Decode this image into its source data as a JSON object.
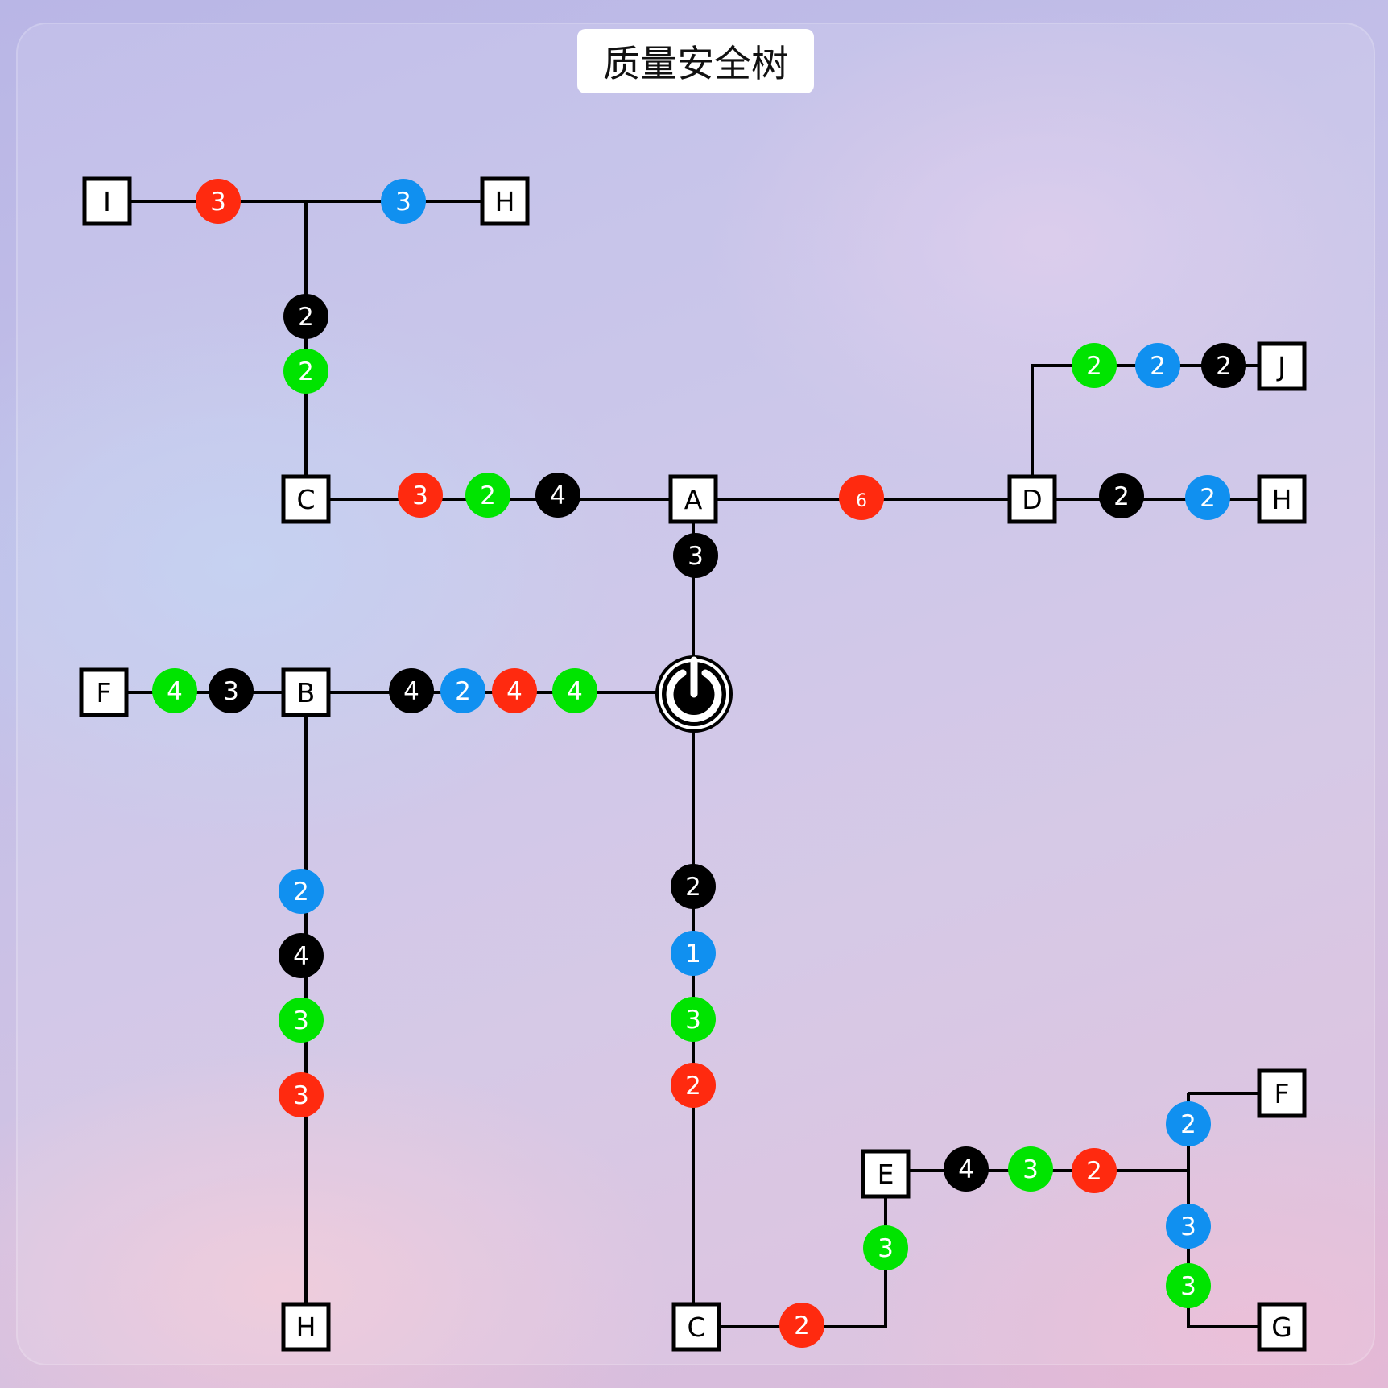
{
  "title": "质量安全树",
  "palette": {
    "black": "#000000",
    "red": "#ff2a0f",
    "green": "#00e400",
    "blue": "#1090f0",
    "line": "#000000",
    "node_fill": "#ffffff"
  },
  "power_icon": "power-button-icon",
  "nodes": [
    {
      "id": "I1",
      "label": "I"
    },
    {
      "id": "H1",
      "label": "H"
    },
    {
      "id": "C1",
      "label": "C"
    },
    {
      "id": "A",
      "label": "A"
    },
    {
      "id": "D",
      "label": "D"
    },
    {
      "id": "J",
      "label": "J"
    },
    {
      "id": "H2",
      "label": "H"
    },
    {
      "id": "F1",
      "label": "F"
    },
    {
      "id": "B",
      "label": "B"
    },
    {
      "id": "H3",
      "label": "H"
    },
    {
      "id": "C2",
      "label": "C"
    },
    {
      "id": "E",
      "label": "E"
    },
    {
      "id": "F2",
      "label": "F"
    },
    {
      "id": "G",
      "label": "G"
    }
  ],
  "beads": [
    {
      "color": "red",
      "value": "3"
    },
    {
      "color": "blue",
      "value": "3"
    },
    {
      "color": "black",
      "value": "2"
    },
    {
      "color": "green",
      "value": "2"
    },
    {
      "color": "red",
      "value": "3"
    },
    {
      "color": "green",
      "value": "2"
    },
    {
      "color": "black",
      "value": "4"
    },
    {
      "color": "red",
      "value": "6"
    },
    {
      "color": "green",
      "value": "2"
    },
    {
      "color": "blue",
      "value": "2"
    },
    {
      "color": "black",
      "value": "2"
    },
    {
      "color": "black",
      "value": "2"
    },
    {
      "color": "blue",
      "value": "2"
    },
    {
      "color": "black",
      "value": "3"
    },
    {
      "color": "green",
      "value": "4"
    },
    {
      "color": "black",
      "value": "3"
    },
    {
      "color": "black",
      "value": "4"
    },
    {
      "color": "blue",
      "value": "2"
    },
    {
      "color": "red",
      "value": "4"
    },
    {
      "color": "green",
      "value": "4"
    },
    {
      "color": "blue",
      "value": "2"
    },
    {
      "color": "black",
      "value": "4"
    },
    {
      "color": "green",
      "value": "3"
    },
    {
      "color": "red",
      "value": "3"
    },
    {
      "color": "black",
      "value": "2"
    },
    {
      "color": "blue",
      "value": "1"
    },
    {
      "color": "green",
      "value": "3"
    },
    {
      "color": "red",
      "value": "2"
    },
    {
      "color": "red",
      "value": "2"
    },
    {
      "color": "green",
      "value": "3"
    },
    {
      "color": "black",
      "value": "4"
    },
    {
      "color": "green",
      "value": "3"
    },
    {
      "color": "red",
      "value": "2"
    },
    {
      "color": "blue",
      "value": "2"
    },
    {
      "color": "blue",
      "value": "3"
    },
    {
      "color": "green",
      "value": "3"
    }
  ]
}
